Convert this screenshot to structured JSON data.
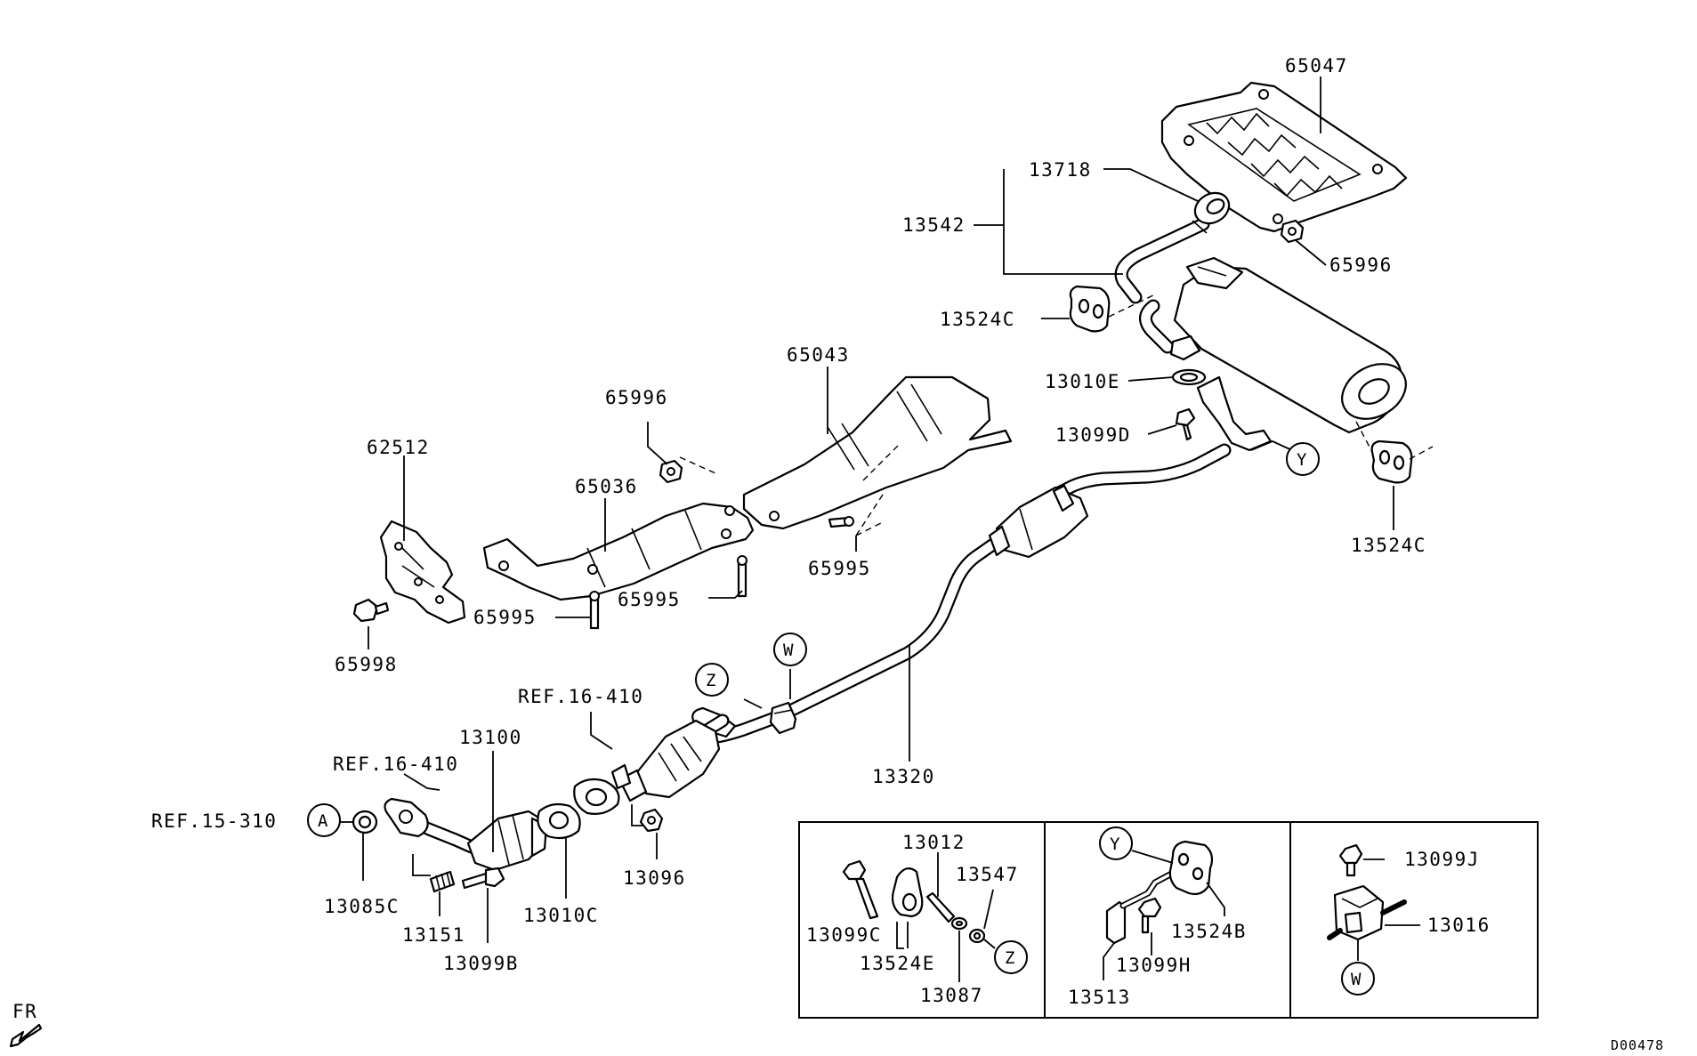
{
  "diagram": {
    "drawing_code": "D00478",
    "fr_label": "FR",
    "part_labels": {
      "p65047": "65047",
      "p13718": "13718",
      "p13542": "13542",
      "p65996_top": "65996",
      "p13524C_left": "13524C",
      "p13010E": "13010E",
      "p13099D": "13099D",
      "p13524C_right": "13524C",
      "p65043": "65043",
      "p65996_mid": "65996",
      "p62512": "62512",
      "p65036": "65036",
      "p65995_right": "65995",
      "p65995_mid": "65995",
      "p65995_left": "65995",
      "p65998": "65998",
      "p13320": "13320",
      "p13100": "13100",
      "p13085C": "13085C",
      "p13151": "13151",
      "p13099B": "13099B",
      "p13010C": "13010C",
      "p13096": "13096",
      "p13012": "13012",
      "p13547": "13547",
      "p13099C": "13099C",
      "p13524E": "13524E",
      "p13087": "13087",
      "p13524B": "13524B",
      "p13099H": "13099H",
      "p13513": "13513",
      "p13099J": "13099J",
      "p13016": "13016"
    },
    "reference_labels": {
      "ref_16_410_upper": "REF.16-410",
      "ref_16_410_lower": "REF.16-410",
      "ref_15_310": "REF.15-310"
    },
    "callout_letters": {
      "A": "A",
      "W_main": "W",
      "Z_main": "Z",
      "Y_main": "Y",
      "Z_detail": "Z",
      "Y_detail": "Y",
      "W_detail": "W"
    }
  }
}
